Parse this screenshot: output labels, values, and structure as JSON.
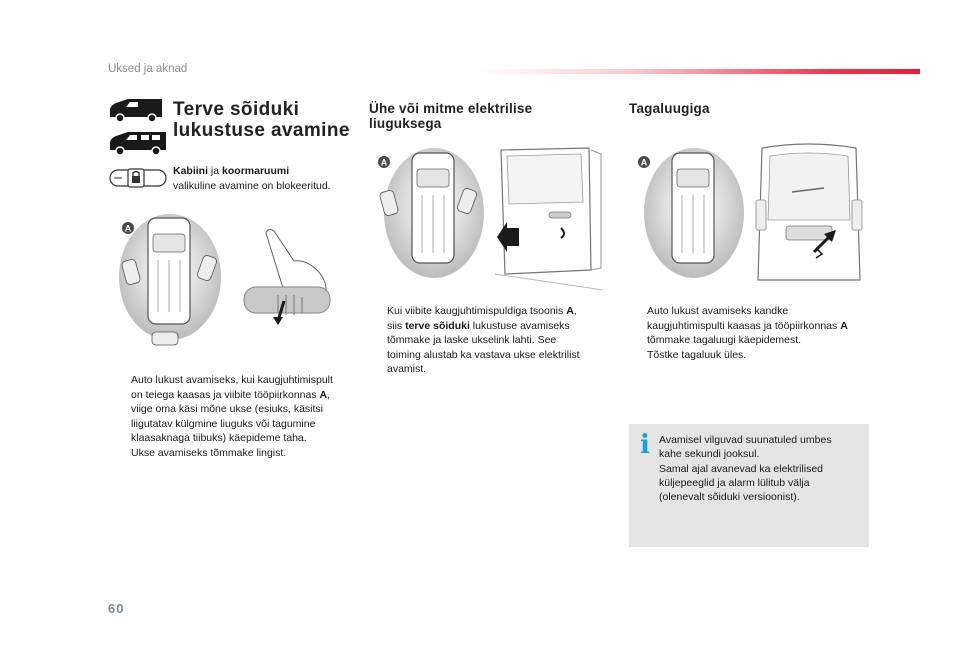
{
  "header": {
    "section": "Uksed ja aknad"
  },
  "page_number": "60",
  "col1": {
    "title_line1": "Terve sõiduki",
    "title_line2": "lukustuse avamine",
    "note_bold1": "Kabiini",
    "note_mid": " ja ",
    "note_bold2": "koormaruumi",
    "note_rest": "valikuline avamine on blokeeritud.",
    "badge_label": "A",
    "bullets": [
      {
        "l1a": "Auto lukust avamiseks, kui kaugjuhtimispult",
        "l2a": "on teiega kaasas ja viibite tööpiirkonnas ",
        "l2b": "A",
        "l2c": ",",
        "l3": "viige oma käsi mõne ukse (esiuks, käsitsi",
        "l4": "liigutatav külgmine liuguks või tagumine",
        "l5": "klaasaknaga tiibuks) käepideme taha."
      },
      {
        "l1a": "Ukse avamiseks tõmmake lingist."
      }
    ]
  },
  "col2": {
    "title_line1": "Ühe või mitme elektrilise",
    "title_line2": "liuguksega",
    "badge_label": "A",
    "bullet": {
      "l1a": "Kui viibite kaugjuhtimispuldiga tsoonis ",
      "l1b": "A",
      "l1c": ",",
      "l2a": "siis ",
      "l2b": "terve sõiduki",
      "l2c": " lukustuse avamiseks",
      "l3": "tõmmake ja laske ukselink lahti. See",
      "l4": "toiming alustab ka vastava ukse elektrilist",
      "l5": "avamist."
    }
  },
  "col3": {
    "title": "Tagaluugiga",
    "badge_label": "A",
    "bullets": [
      {
        "l1": "Auto lukust avamiseks kandke",
        "l2a": "kaugjuhtimispulti kaasas ja tööpiirkonnas ",
        "l2b": "A",
        "l3": "tõmmake tagaluugi käepidemest."
      },
      {
        "l1": "Tõstke tagaluuk üles."
      }
    ],
    "info_icon": "i",
    "info_lines": [
      "Avamisel vilguvad suunatuled umbes",
      "kahe sekundi jooksul.",
      "Samal ajal avanevad ka elektrilised",
      "küljepeeglid ja alarm lülitub välja",
      "(olenevalt sõiduki versioonist)."
    ]
  },
  "bullet_mark": "",
  "icons": [
    "van-side-icon",
    "van-side-windows-icon",
    "van-rear-lock-icon",
    "keyless-zone-diagram",
    "hand-handle-icon",
    "sliding-door-icon",
    "tailgate-icon"
  ],
  "colors": {
    "accent_red": "#e31e3a",
    "info_blue": "#1a9fe0",
    "info_bg": "#e4e4e4"
  }
}
